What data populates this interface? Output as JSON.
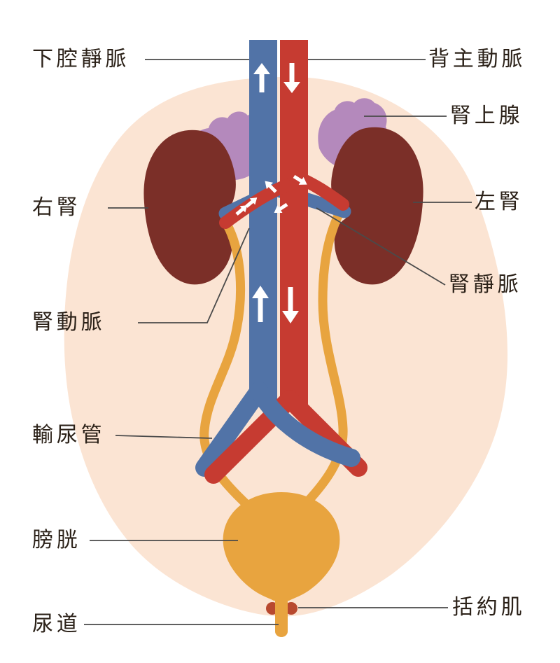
{
  "labels": [
    {
      "id": "inferior-vena-cava",
      "text": "下腔靜脈",
      "side": "left"
    },
    {
      "id": "dorsal-aorta",
      "text": "背主動脈",
      "side": "right"
    },
    {
      "id": "adrenal-gland",
      "text": "腎上腺",
      "side": "right"
    },
    {
      "id": "right-kidney",
      "text": "右腎",
      "side": "left"
    },
    {
      "id": "left-kidney",
      "text": "左腎",
      "side": "right"
    },
    {
      "id": "renal-vein",
      "text": "腎靜脈",
      "side": "right"
    },
    {
      "id": "renal-artery",
      "text": "腎動脈",
      "side": "left"
    },
    {
      "id": "ureter",
      "text": "輸尿管",
      "side": "left"
    },
    {
      "id": "bladder",
      "text": "膀胱",
      "side": "left"
    },
    {
      "id": "sphincter",
      "text": "括約肌",
      "side": "right"
    },
    {
      "id": "urethra",
      "text": "尿道",
      "side": "left"
    }
  ],
  "flow_arrows": [
    {
      "name": "vena-cava-upper",
      "direction": "up"
    },
    {
      "name": "aorta-upper",
      "direction": "down"
    },
    {
      "name": "renal-vein-junction",
      "direction": "up-left"
    },
    {
      "name": "renal-artery-to-left-kidney",
      "direction": "down-right"
    },
    {
      "name": "renal-vein-from-right-kidney",
      "direction": "up-right"
    },
    {
      "name": "renal-artery-to-right-kidney",
      "direction": "down-left"
    },
    {
      "name": "vena-cava-lower",
      "direction": "up"
    },
    {
      "name": "aorta-lower",
      "direction": "down"
    }
  ],
  "colors": {
    "vein_blue": "#5173a7",
    "artery_red": "#c63b31",
    "kidney_maroon": "#7b2f28",
    "adrenal_purple": "#b489bc",
    "urinary_orange": "#e8a43f",
    "sphincter_red": "#b8492f",
    "background_peach": "#fbe4d3",
    "canvas_white": "#ffffff",
    "label_text": "#2b2118",
    "leader_line": "#4a4a4a",
    "flow_arrow": "#ffffff"
  }
}
